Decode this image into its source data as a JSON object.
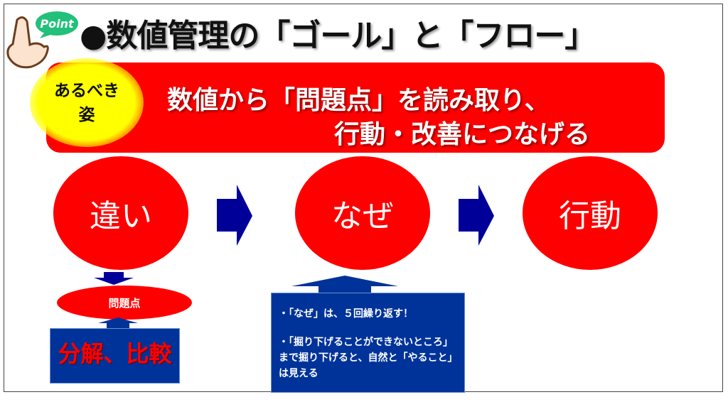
{
  "header": {
    "title": "●数値管理の「ゴール」と「フロー」",
    "point_badge": "Point"
  },
  "banner": {
    "badge": "あるべき姿",
    "line1": "数値から「問題点」を読み取り、",
    "line2": "行動・改善につなげる"
  },
  "flow": [
    {
      "label": "違い"
    },
    {
      "label": "なぜ"
    },
    {
      "label": "行動"
    }
  ],
  "problem": {
    "ellipse_label": "問題点",
    "box_label": "分解、比較"
  },
  "why_box": {
    "point1": "・「なぜ」は、５回繰り返す！",
    "point2": "・「掘り下げることができないところ」まで掘り下げると、自然と「やること」は見える"
  },
  "colors": {
    "red": "#ff0000",
    "blue": "#003399",
    "arrow": "#000099",
    "yellow": "#ffff00",
    "green": "#22c07a"
  }
}
